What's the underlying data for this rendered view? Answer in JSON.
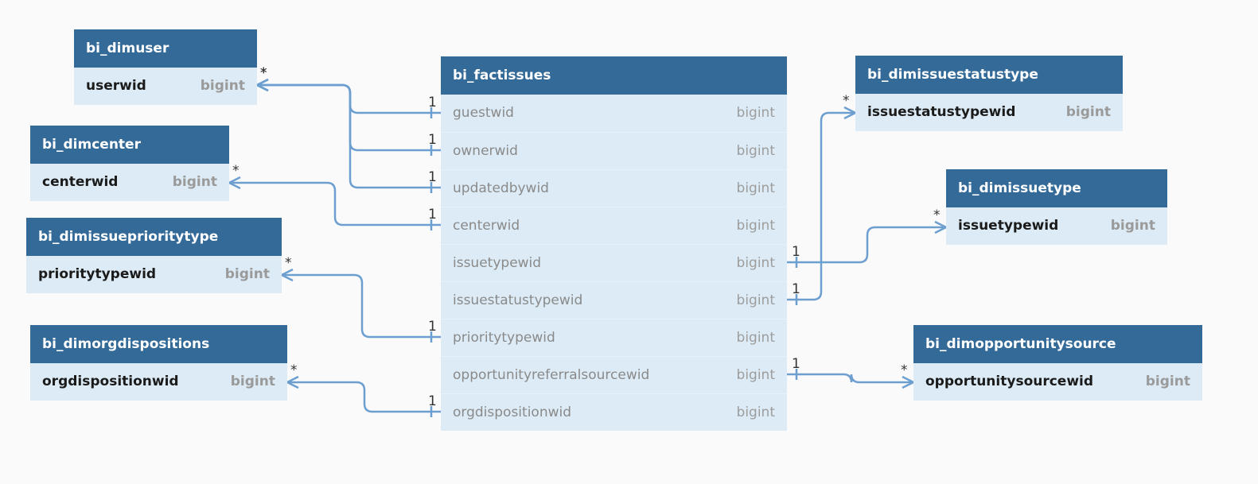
{
  "fact_table": {
    "name": "bi_factissues",
    "columns": [
      {
        "name": "guestwid",
        "type": "bigint"
      },
      {
        "name": "ownerwid",
        "type": "bigint"
      },
      {
        "name": "updatedbywid",
        "type": "bigint"
      },
      {
        "name": "centerwid",
        "type": "bigint"
      },
      {
        "name": "issuetypewid",
        "type": "bigint"
      },
      {
        "name": "issuestatustypewid",
        "type": "bigint"
      },
      {
        "name": "prioritytypewid",
        "type": "bigint"
      },
      {
        "name": "opportunityreferralsourcewid",
        "type": "bigint"
      },
      {
        "name": "orgdispositionwid",
        "type": "bigint"
      }
    ]
  },
  "dim_tables": {
    "dimuser": {
      "name": "bi_dimuser",
      "column": "userwid",
      "type": "bigint"
    },
    "dimcenter": {
      "name": "bi_dimcenter",
      "column": "centerwid",
      "type": "bigint"
    },
    "dimissueprioritytype": {
      "name": "bi_dimissueprioritytype",
      "column": "prioritytypewid",
      "type": "bigint"
    },
    "dimorgdispositions": {
      "name": "bi_dimorgdispositions",
      "column": "orgdispositionwid",
      "type": "bigint"
    },
    "dimissuestatustype": {
      "name": "bi_dimissuestatustype",
      "column": "issuestatustypewid",
      "type": "bigint"
    },
    "dimissuetype": {
      "name": "bi_dimissuetype",
      "column": "issuetypewid",
      "type": "bigint"
    },
    "dimopportunitysource": {
      "name": "bi_dimopportunitysource",
      "column": "opportunitysourcewid",
      "type": "bigint"
    }
  },
  "cardinality": {
    "one": "1",
    "many": "*"
  },
  "relationships": [
    {
      "fact_column": "guestwid",
      "dim": "dimuser"
    },
    {
      "fact_column": "ownerwid",
      "dim": "dimuser"
    },
    {
      "fact_column": "updatedbywid",
      "dim": "dimuser"
    },
    {
      "fact_column": "centerwid",
      "dim": "dimcenter"
    },
    {
      "fact_column": "prioritytypewid",
      "dim": "dimissueprioritytype"
    },
    {
      "fact_column": "orgdispositionwid",
      "dim": "dimorgdispositions"
    },
    {
      "fact_column": "issuetypewid",
      "dim": "dimissuetype"
    },
    {
      "fact_column": "issuestatustypewid",
      "dim": "dimissuestatustype"
    },
    {
      "fact_column": "opportunityreferralsourcewid",
      "dim": "dimopportunitysource"
    }
  ],
  "colors": {
    "header": "#336a98",
    "row": "#dcebf5",
    "link": "#6c9fd0"
  }
}
